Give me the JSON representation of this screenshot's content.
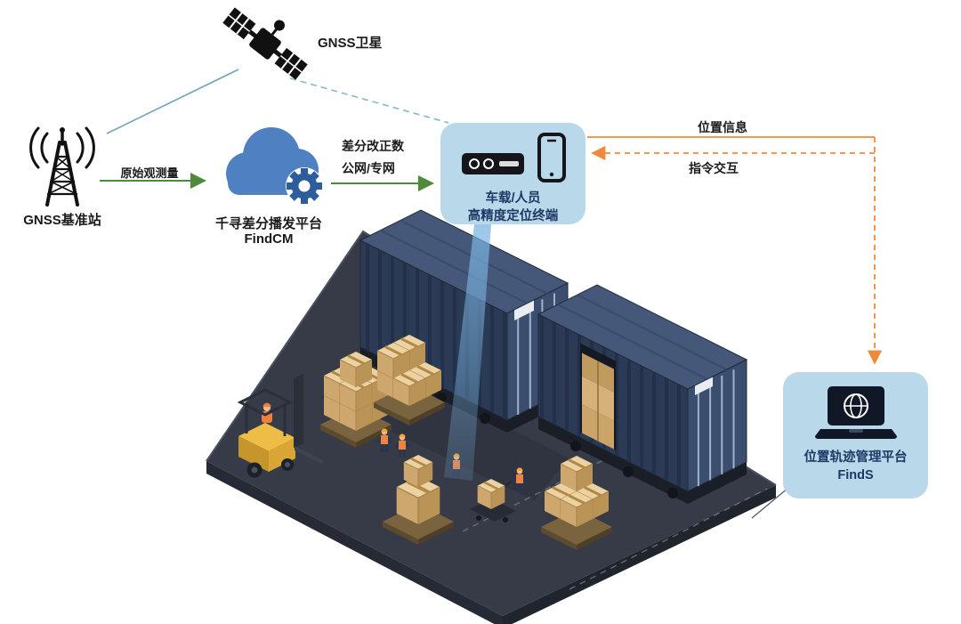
{
  "nodes": {
    "satellite": {
      "label": "GNSS卫星",
      "icon": "satellite-icon"
    },
    "base_station": {
      "label": "GNSS基准站",
      "icon": "radio-tower-icon"
    },
    "cloud_platform": {
      "line1": "千寻差分播发平台",
      "line2": "FindCM",
      "icon": "cloud-gear-icon"
    },
    "terminal": {
      "line1": "车载/人员",
      "line2": "高精度定位终端",
      "icons": [
        "vehicle-terminal-icon",
        "smartphone-icon"
      ]
    },
    "management_platform": {
      "line1": "位置轨迹管理平台",
      "line2": "FindS",
      "icon": "laptop-globe-icon"
    }
  },
  "links": {
    "raw_observation": {
      "label": "原始观测量",
      "from": "base_station",
      "to": "cloud_platform",
      "style": "solid-green-arrow"
    },
    "corrections": {
      "line1": "差分改正数",
      "line2": "公网/专网",
      "from": "cloud_platform",
      "to": "terminal",
      "style": "solid-green-arrow"
    },
    "satellite_to_base": {
      "style": "solid-teal-line"
    },
    "satellite_to_terminal": {
      "style": "dashed-teal-line"
    },
    "position_info": {
      "label": "位置信息",
      "from": "terminal",
      "to": "management_platform",
      "style": "orange-line"
    },
    "command_interaction": {
      "label": "指令交互",
      "from": "management_platform",
      "to": "terminal",
      "style": "dashed-orange-arrow"
    }
  },
  "colors": {
    "green": "#4e8a3a",
    "orange": "#ee8a3c",
    "teal": "#6fa6b6",
    "callout_bg": "#b9d8ea",
    "label_navy": "#1f3864",
    "cloud_blue": "#4f81c2",
    "gear_blue": "#2e5d9e",
    "text_black": "#1a1a1a"
  },
  "scene": {
    "description": "isometric container yard with two navy shipping containers, forklift, pallet box stacks, pallet jack and warehouse workers; blue positioning beam from terminal to a worker"
  }
}
